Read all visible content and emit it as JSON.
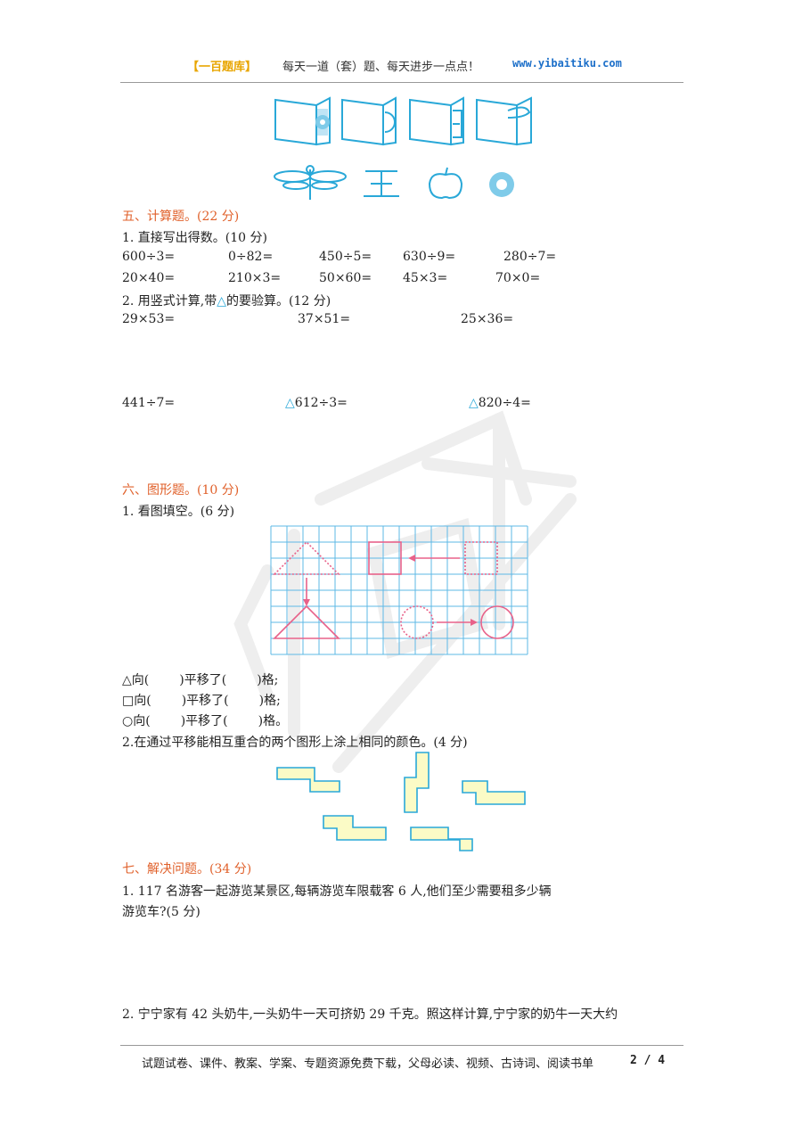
{
  "header": {
    "brand": "【一百题库】",
    "slogan": "每天一道（套）题、每天进步一点点！",
    "url": "www.yibaitiku.com"
  },
  "section5": {
    "title": "五、计算题。(22 分)",
    "q1": {
      "label": "1.  直接写出得数。(10 分)",
      "row1": [
        "600÷3=",
        "0÷82=",
        "450÷5=",
        "630÷9=",
        "280÷7="
      ],
      "row2": [
        "20×40=",
        "210×3=",
        "50×60=",
        "45×3=",
        "70×0="
      ]
    },
    "q2": {
      "label_pre": "2.  用竖式计算,带",
      "label_post": "的要验算。(12 分)",
      "triangle": "△",
      "row1": [
        "29×53=",
        "37×51=",
        "25×36="
      ],
      "row2": [
        "441÷7=",
        "612÷3=",
        "820÷4="
      ]
    }
  },
  "section6": {
    "title": "六、图形题。(10 分)",
    "q1": {
      "label": "1.  看图填空。(6 分)",
      "lines": [
        {
          "shape": "△",
          "a": "向(",
          "b": ")平移了(",
          "c": ")格;"
        },
        {
          "shape": "□",
          "a": "向(",
          "b": ")平移了(",
          "c": ")格;"
        },
        {
          "shape": "○",
          "a": "向(",
          "b": ")平移了(",
          "c": ")格。"
        }
      ]
    },
    "q2": {
      "label": "2.在通过平移能相互重合的两个图形上涂上相同的颜色。(4 分)"
    }
  },
  "section7": {
    "title": "七、解决问题。(34 分)",
    "q1_line1": "1.  117 名游客一起游览某景区,每辆游览车限载客 6 人,他们至少需要租多少辆",
    "q1_line2": "游览车?(5 分)",
    "q2_line1": "2.  宁宁家有 42 头奶牛,一头奶牛一天可挤奶 29 千克。照这样计算,宁宁家的奶牛一天大约"
  },
  "footer": {
    "text": "试题试卷、课件、教案、学案、专题资源免费下载，父母必读、视频、古诗词、阅读书单",
    "page": "2 / 4"
  },
  "colors": {
    "accent": "#e0602a",
    "cyan": "#29a8d8",
    "grid": "#5db8e6",
    "shape_pink": "#e8628a",
    "fill_yellow": "#fbfbc6"
  }
}
